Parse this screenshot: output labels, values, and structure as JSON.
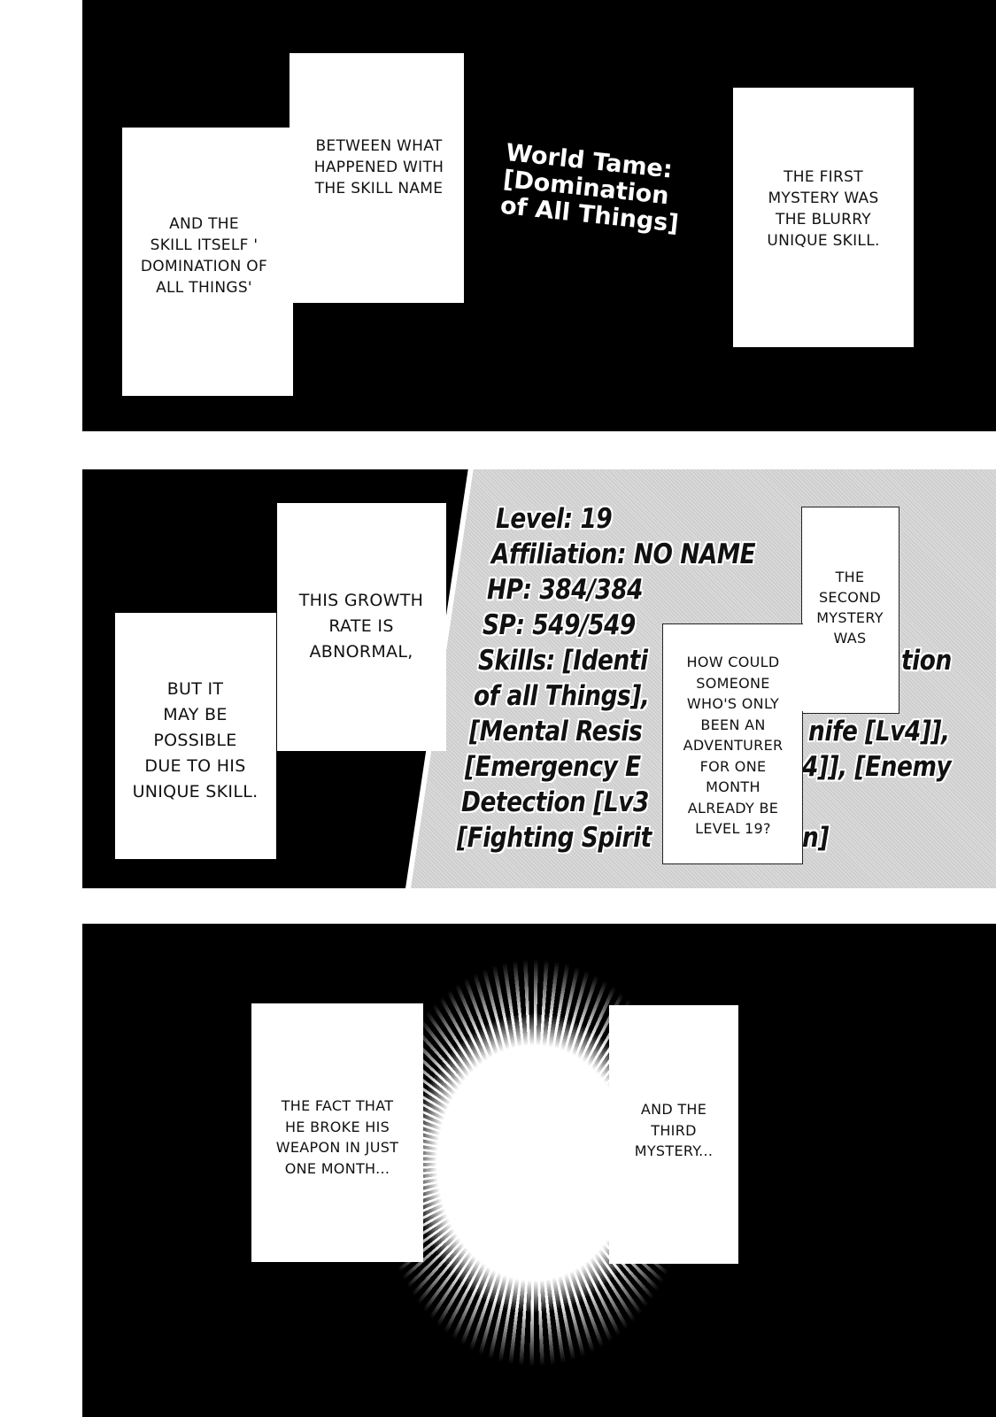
{
  "panel1": {
    "caption_left": "AND THE\nSKILL ITSELF '\nDOMINATION OF\nALL THINGS'",
    "caption_right": "BETWEEN WHAT\nHAPPENED WITH\nTHE SKILL NAME",
    "skill_title": "World Tame:\n[Domination\nof All Things]",
    "caption_first_mystery": "THE FIRST\nMYSTERY WAS\nTHE BLURRY\nUNIQUE SKILL."
  },
  "panel2": {
    "caption_growth": "THIS GROWTH\nRATE IS\nABNORMAL,",
    "caption_possible": "BUT IT\nMAY BE\nPOSSIBLE\nDUE TO HIS\nUNIQUE SKILL.",
    "status": {
      "lines": [
        "Level: 19",
        "Affiliation: NO NAME",
        "HP: 384/384",
        "SP: 549/549",
        "Skills: [Identi",
        "of all Things],",
        "[Mental Resis",
        "[Emergency E",
        "Detection [Lv3",
        "[Fighting Spirit"
      ],
      "right_fragments": [
        "tion",
        "nife [Lv4]],",
        "4]], [Enemy",
        "n]"
      ]
    },
    "caption_second_mystery": "THE\nSECOND\nMYSTERY\nWAS",
    "caption_how_could": "HOW COULD\nSOMEONE\nWHO'S ONLY\nBEEN AN\nADVENTURER\nFOR ONE\nMONTH\nALREADY BE\nLEVEL 19?"
  },
  "panel3": {
    "caption_weapon": "THE FACT THAT\nHE BROKE HIS\nWEAPON IN JUST\nONE MONTH...",
    "caption_third": "AND THE\nTHIRD\nMYSTERY..."
  },
  "colors": {
    "panel_bg": "#000000",
    "caption_bg": "#ffffff",
    "status_bg": "#d2d2d2",
    "text": "#111111"
  }
}
